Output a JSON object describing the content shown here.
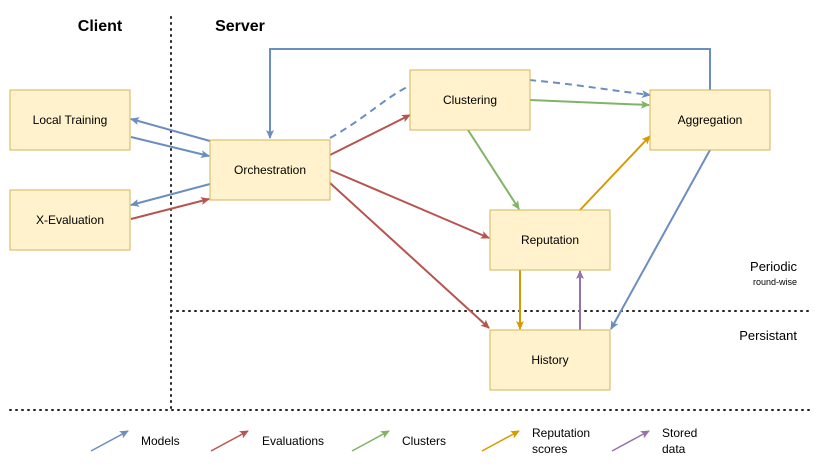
{
  "colors": {
    "models": "#6c8ebf",
    "evaluations": "#b85450",
    "clusters": "#82b366",
    "reputation": "#d79b00",
    "stored": "#9673a6",
    "box_fill": "#fff2cc",
    "box_stroke": "#d6b656"
  },
  "headers": {
    "client": "Client",
    "server": "Server"
  },
  "regions": {
    "periodic": "Periodic",
    "periodic_sub": "round-wise",
    "persistent": "Persistant"
  },
  "nodes": {
    "local_training": "Local Training",
    "x_evaluation": "X-Evaluation",
    "orchestration": "Orchestration",
    "clustering": "Clustering",
    "aggregation": "Aggregation",
    "reputation": "Reputation",
    "history": "History"
  },
  "legend": {
    "models": "Models",
    "evaluations": "Evaluations",
    "clusters": "Clusters",
    "reputation_line1": "Reputation",
    "reputation_line2": "scores",
    "stored_line1": "Stored",
    "stored_line2": "data"
  }
}
